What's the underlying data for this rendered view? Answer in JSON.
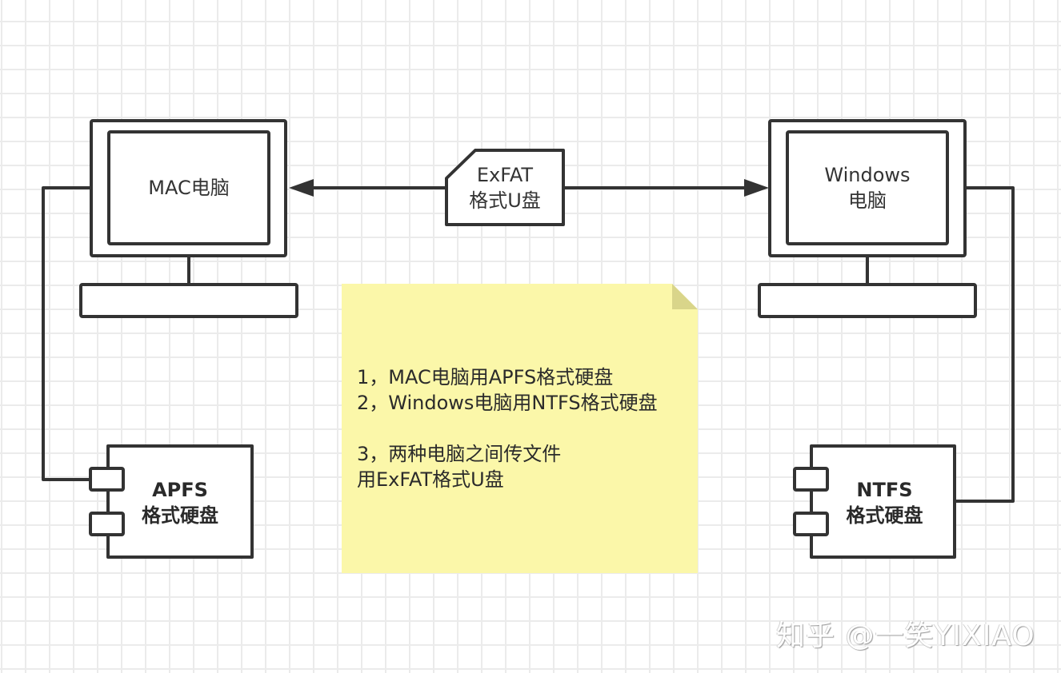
{
  "colors": {
    "stroke": "#333333",
    "note_fill": "#fbf7a9",
    "note_fold": "#d9d58a",
    "grid": "#ebebeb"
  },
  "nodes": {
    "mac_computer": {
      "label": "MAC电脑"
    },
    "windows_computer": {
      "label": "Windows\n电脑"
    },
    "usb_drive": {
      "label": "ExFAT\n格式U盘"
    },
    "apfs_disk": {
      "label": "APFS\n格式硬盘"
    },
    "ntfs_disk": {
      "label": "NTFS\n格式硬盘"
    }
  },
  "edges": [
    {
      "from": "usb_drive",
      "to": "mac_computer",
      "arrow": "end"
    },
    {
      "from": "usb_drive",
      "to": "windows_computer",
      "arrow": "end"
    },
    {
      "from": "mac_computer",
      "to": "apfs_disk",
      "arrow": "none"
    },
    {
      "from": "windows_computer",
      "to": "ntfs_disk",
      "arrow": "none"
    }
  ],
  "note": {
    "lines": [
      "1，MAC电脑用APFS格式硬盘",
      "2，Windows电脑用NTFS格式硬盘",
      "",
      "3，两种电脑之间传文件",
      "用ExFAT格式U盘"
    ]
  },
  "watermark": "知乎 @一笑YIXIAO"
}
